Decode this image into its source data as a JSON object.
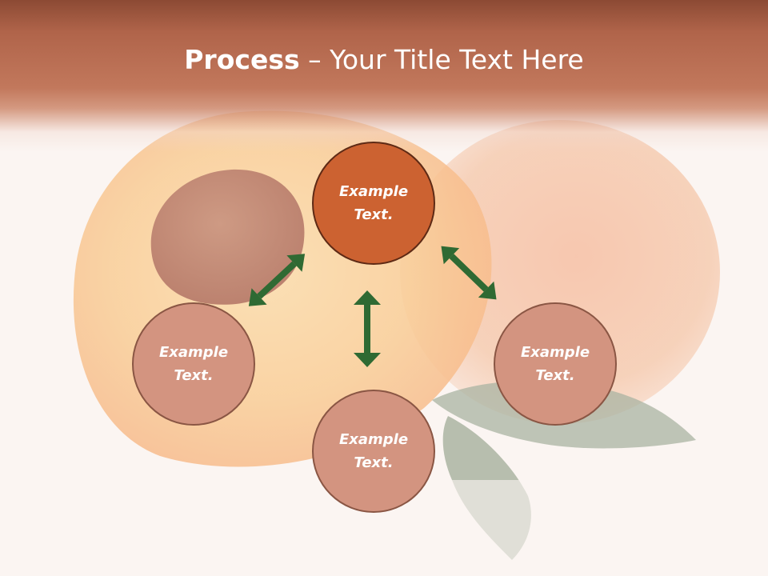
{
  "slide": {
    "title_bold": "Process",
    "title_rest": " – Your Title Text Here"
  },
  "nodes": {
    "top": {
      "label": "Example\nText."
    },
    "left": {
      "label": "Example\nText."
    },
    "bottom": {
      "label": "Example\nText."
    },
    "right": {
      "label": "Example\nText."
    }
  },
  "colors": {
    "header": "#b0644a",
    "primary_node": "#cc6231",
    "secondary_node": "#d39480",
    "arrow": "#2f6a33"
  }
}
